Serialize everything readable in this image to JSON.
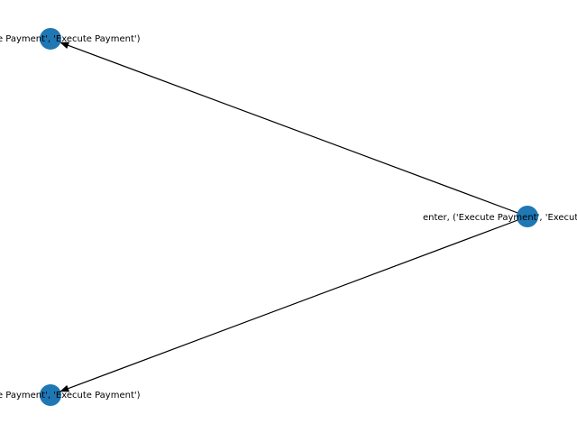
{
  "graph": {
    "node_color": "#1f77b4",
    "edge_color": "#000000",
    "nodes": [
      {
        "id": "enter",
        "label": "enter, ('Execute Payment', 'Execute Payment')"
      },
      {
        "id": "top",
        "label": "('Execute Payment', 'Execute Payment')"
      },
      {
        "id": "bottom",
        "label": "('Execute Payment', 'Execute Payment')"
      }
    ],
    "edges": [
      {
        "from": "enter",
        "to": "top"
      },
      {
        "from": "enter",
        "to": "bottom"
      }
    ]
  }
}
